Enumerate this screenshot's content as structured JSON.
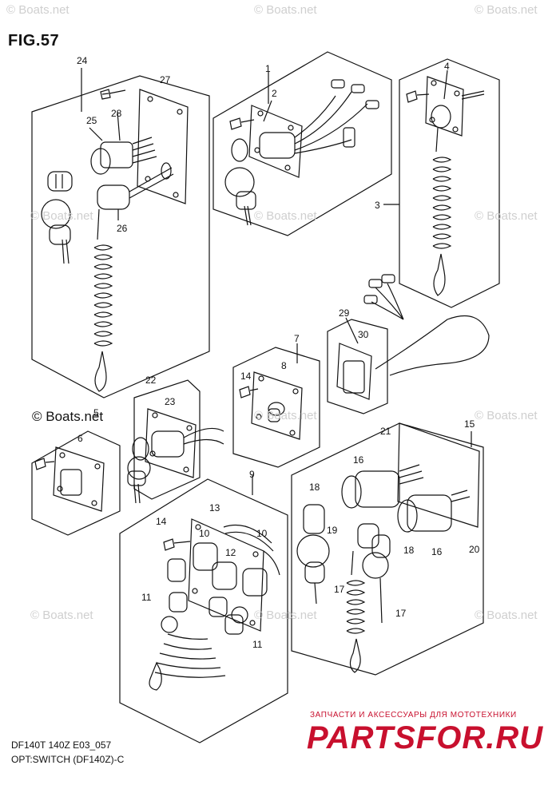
{
  "figure": {
    "title": "FIG.57"
  },
  "callouts": {
    "c1": "1",
    "c2": "2",
    "c3": "3",
    "c4": "4",
    "c5": "5",
    "c6": "6",
    "c7": "7",
    "c8": "8",
    "c9": "9",
    "c10a": "10",
    "c10b": "10",
    "c11a": "11",
    "c11b": "11",
    "c12": "12",
    "c13": "13",
    "c14a": "14",
    "c14b": "14",
    "c15": "15",
    "c16a": "16",
    "c16b": "16",
    "c17a": "17",
    "c17b": "17",
    "c18a": "18",
    "c18b": "18",
    "c19": "19",
    "c20": "20",
    "c21": "21",
    "c22": "22",
    "c23": "23",
    "c24": "24",
    "c25": "25",
    "c26": "26",
    "c27": "27",
    "c28": "28",
    "c29": "29",
    "c30": "30"
  },
  "watermarks": {
    "boats": "© Boats.net",
    "boats_strong": "© Boats.net"
  },
  "footer": {
    "model": "DF140T 140Z E03_057",
    "section": "OPT:SWITCH (DF140Z)-C"
  },
  "brand": {
    "tagline": "ЗАПЧАСТИ И АКСЕССУАРЫ ДЛЯ МОТОТЕХНИКИ",
    "name": "PARTSFOR.RU"
  },
  "colors": {
    "line": "#111111",
    "watermark": "#cfcfcf",
    "brand": "#c8102e"
  }
}
